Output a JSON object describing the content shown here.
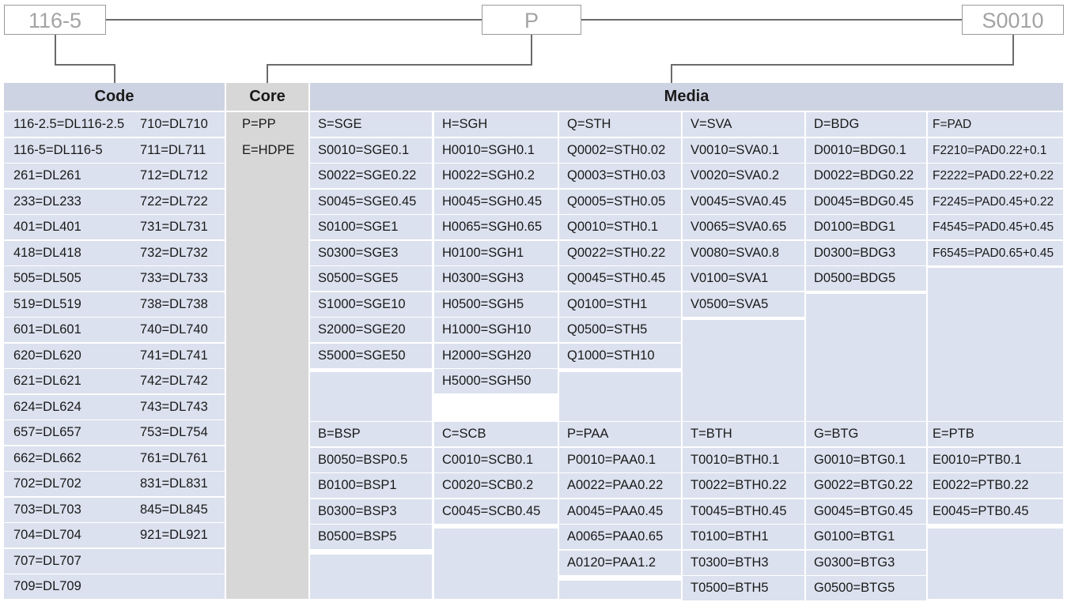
{
  "boxes": {
    "code": "116-5",
    "core": "P",
    "media": "S0010"
  },
  "headers": {
    "code": "Code",
    "core": "Core",
    "media": "Media"
  },
  "code_rows": [
    [
      "116-2.5=DL116-2.5",
      "710=DL710"
    ],
    [
      "116-5=DL116-5",
      "711=DL711"
    ],
    [
      "261=DL261",
      "712=DL712"
    ],
    [
      "233=DL233",
      "722=DL722"
    ],
    [
      "401=DL401",
      "731=DL731"
    ],
    [
      "418=DL418",
      "732=DL732"
    ],
    [
      "505=DL505",
      "733=DL733"
    ],
    [
      "519=DL519",
      "738=DL738"
    ],
    [
      "601=DL601",
      "740=DL740"
    ],
    [
      "620=DL620",
      "741=DL741"
    ],
    [
      "621=DL621",
      "742=DL742"
    ],
    [
      "624=DL624",
      "743=DL743"
    ],
    [
      "657=DL657",
      "753=DL754"
    ],
    [
      "662=DL662",
      "761=DL761"
    ],
    [
      "702=DL702",
      "831=DL831"
    ],
    [
      "703=DL703",
      "845=DL845"
    ],
    [
      "704=DL704",
      "921=DL921"
    ],
    [
      "707=DL707",
      ""
    ],
    [
      "709=DL709",
      ""
    ]
  ],
  "core_rows": [
    "P=PP",
    "E=HDPE"
  ],
  "media_top": [
    [
      "S=SGE",
      "S0010=SGE0.1",
      "S0022=SGE0.22",
      "S0045=SGE0.45",
      "S0100=SGE1",
      "S0300=SGE3",
      "S0500=SGE5",
      "S1000=SGE10",
      "S2000=SGE20",
      "S5000=SGE50"
    ],
    [
      "H=SGH",
      "H0010=SGH0.1",
      "H0022=SGH0.2",
      "H0045=SGH0.45",
      "H0065=SGH0.65",
      "H0100=SGH1",
      "H0300=SGH3",
      "H0500=SGH5",
      "H1000=SGH10",
      "H2000=SGH20",
      "H5000=SGH50"
    ],
    [
      "Q=STH",
      "Q0002=STH0.02",
      "Q0003=STH0.03",
      "Q0005=STH0.05",
      "Q0010=STH0.1",
      "Q0022=STH0.22",
      "Q0045=STH0.45",
      "Q0100=STH1",
      "Q0500=STH5",
      "Q1000=STH10"
    ],
    [
      "V=SVA",
      "V0010=SVA0.1",
      "V0020=SVA0.2",
      "V0045=SVA0.45",
      "V0065=SVA0.65",
      "V0080=SVA0.8",
      "V0100=SVA1",
      "V0500=SVA5"
    ],
    [
      "D=BDG",
      "D0010=BDG0.1",
      "D0022=BDG0.22",
      "D0045=BDG0.45",
      "D0100=BDG1",
      "D0300=BDG3",
      "D0500=BDG5"
    ],
    [
      "F=PAD",
      "F2210=PAD0.22+0.1",
      "F2222=PAD0.22+0.22",
      "F2245=PAD0.45+0.22",
      "F4545=PAD0.45+0.45",
      "F6545=PAD0.65+0.45"
    ]
  ],
  "media_bottom": [
    [
      "B=BSP",
      "B0050=BSP0.5",
      "B0100=BSP1",
      "B0300=BSP3",
      "B0500=BSP5"
    ],
    [
      "C=SCB",
      "C0010=SCB0.1",
      "C0020=SCB0.2",
      "C0045=SCB0.45"
    ],
    [
      "P=PAA",
      "P0010=PAA0.1",
      "A0022=PAA0.22",
      "A0045=PAA0.45",
      "A0065=PAA0.65",
      "A0120=PAA1.2"
    ],
    [
      "T=BTH",
      "T0010=BTH0.1",
      "T0022=BTH0.22",
      "T0045=BTH0.45",
      "T0100=BTH1",
      "T0300=BTH3",
      "T0500=BTH5"
    ],
    [
      "G=BTG",
      "G0010=BTG0.1",
      "G0022=BTG0.22",
      "G0045=BTG0.45",
      "G0100=BTG1",
      "G0300=BTG3",
      "G0500=BTG5"
    ],
    [
      "E=PTB",
      "E0010=PTB0.1",
      "E0022=PTB0.22",
      "E0045=PTB0.45"
    ]
  ]
}
